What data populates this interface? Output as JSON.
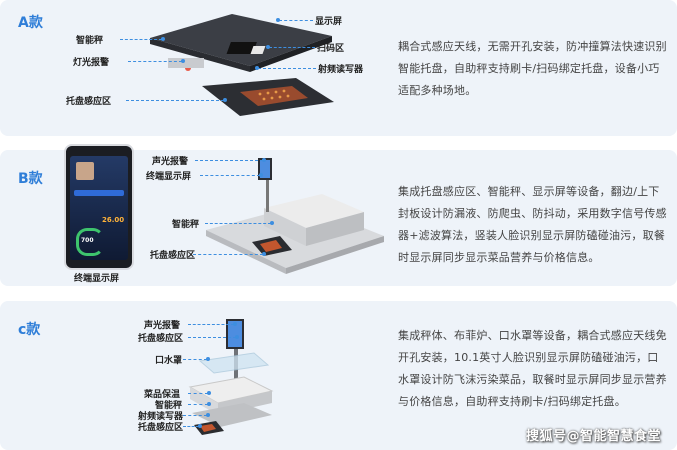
{
  "panels": [
    {
      "model": "A款",
      "callouts": {
        "left": [
          "智能秤",
          "灯光报警",
          "托盘感应区"
        ],
        "right": [
          "显示屏",
          "扫码区",
          "射频读写器"
        ]
      },
      "description": "耦合式感应天线，无需开孔安装，防冲撞算法快速识别智能托盘，自助秤支持刷卡/扫码绑定托盘，设备小巧适配多种场地。"
    },
    {
      "model": "B款",
      "callouts": {
        "left": [
          "声光报警",
          "终端显示屏",
          "智能秤",
          "托盘感应区"
        ],
        "phone_caption": "终端显示屏"
      },
      "phone": {
        "weight": "26.00",
        "gauge": "700"
      },
      "description": "集成托盘感应区、智能秤、显示屏等设备，翻边/上下封板设计防漏液、防爬虫、防抖动，采用数字信号传感器+滤波算法，竖装人脸识别显示屏防磕碰油污，取餐时显示屏同步显示菜品营养与价格信息。"
    },
    {
      "model": "c款",
      "callouts": {
        "left": [
          "声光报警",
          "托盘感应区",
          "口水罩",
          "菜品保温",
          "智能秤",
          "射频读写器",
          "托盘感应区"
        ]
      },
      "description": "集成秤体、布菲炉、口水罩等设备，耦合式感应天线免开孔安装，10.1英寸人脸识别显示屏防磕碰油污，口水罩设计防飞沫污染菜品，取餐时显示屏同步显示营养与价格信息，自助秤支持刷卡/扫码绑定托盘。"
    }
  ],
  "watermark": "搜狐号@智能智慧食堂",
  "colors": {
    "panel_bg": "#eef3f9",
    "accent": "#2f7ed8",
    "device_dark": "#3a3d44",
    "device_silver": "#d7d9dc"
  }
}
